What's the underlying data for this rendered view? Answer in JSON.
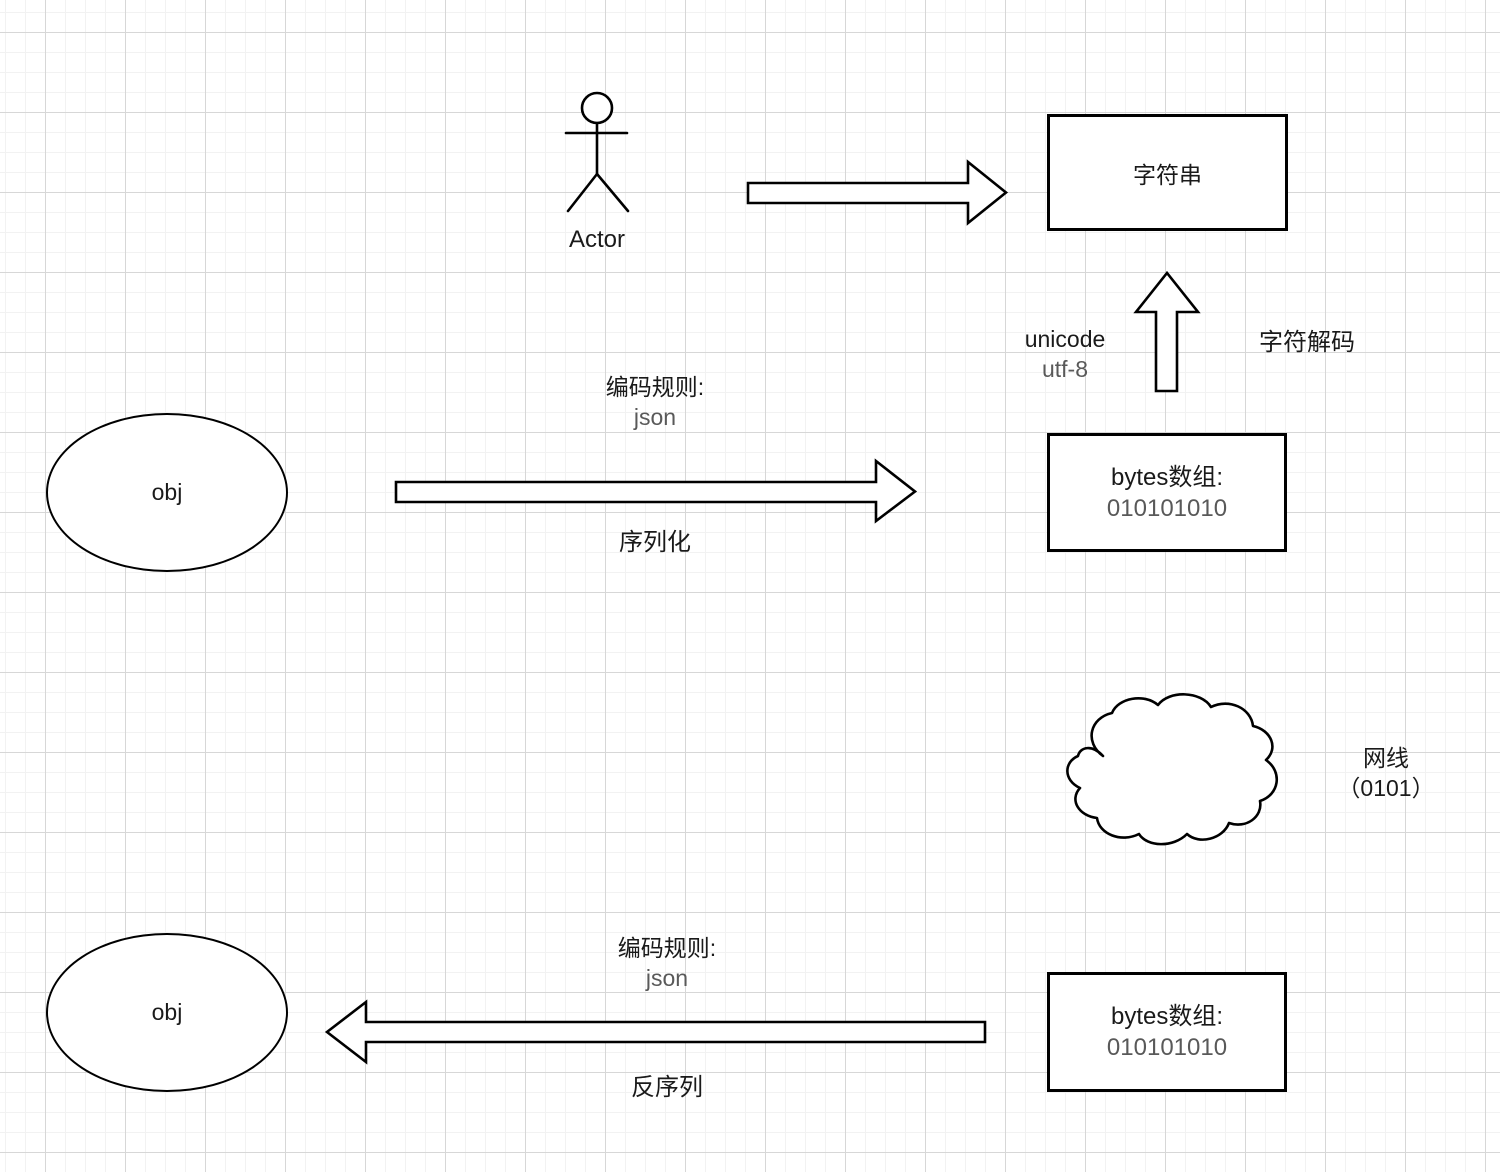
{
  "diagram": {
    "actor": {
      "label": "Actor"
    },
    "string_box": {
      "label": "字符串"
    },
    "unicode_note": {
      "line1": "unicode",
      "line2": "utf-8"
    },
    "decode_note": {
      "label": "字符解码"
    },
    "obj_top": {
      "label": "obj"
    },
    "encode_rule_top": {
      "line1": "编码规则:",
      "line2": "json"
    },
    "serialize_label": {
      "label": "序列化"
    },
    "bytes_box_top": {
      "line1": "bytes数组:",
      "line2": "010101010"
    },
    "cloud_note": {
      "line1": "网线",
      "line2": "（0101）"
    },
    "obj_bottom": {
      "label": "obj"
    },
    "encode_rule_bottom": {
      "line1": "编码规则:",
      "line2": "json"
    },
    "deserialize_label": {
      "label": "反序列"
    },
    "bytes_box_bottom": {
      "line1": "bytes数组:",
      "line2": "010101010"
    }
  },
  "colors": {
    "stroke": "#000000",
    "text_primary": "#1a1a1a",
    "text_secondary": "#595959",
    "grid_minor": "#f2f2f2",
    "grid_major": "#d7d7d7",
    "shape_fill": "#ffffff",
    "background": "#ffffff"
  }
}
